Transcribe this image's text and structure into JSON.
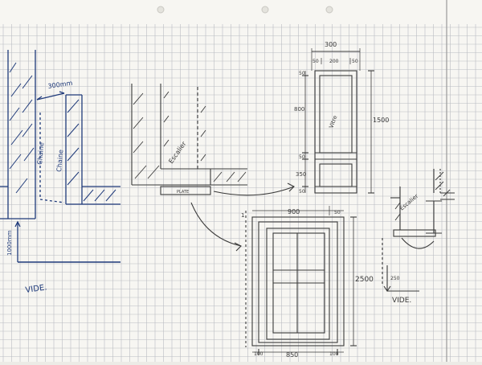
{
  "colors": {
    "paper": "#f7f6f2",
    "grid": "#b9bcc2",
    "ink_pencil": "#3a3a3a",
    "ink_blue": "#1f3a7a",
    "shadow": "#d9d8d2"
  },
  "sketch_left": {
    "dim_top": "300mm",
    "wall_label_1": "Chaine",
    "wall_label_2": "Chaine",
    "dim_bottom": "1000mm",
    "void_label": "VIDE."
  },
  "sketch_middle": {
    "stair_label": "Escalier",
    "plate_label": "PLATE"
  },
  "sketch_window": {
    "width_total": "300",
    "width_parts": [
      "50",
      "200",
      "50"
    ],
    "heights": [
      "50",
      "800",
      "50",
      "350",
      "50"
    ],
    "label": "Vitre",
    "height_total": "1500"
  },
  "sketch_door": {
    "marker": "1",
    "top_dims": [
      "900",
      "50"
    ],
    "height_total": "2500",
    "bottom_dims": [
      "100",
      "850",
      "100"
    ]
  },
  "sketch_right": {
    "stair_label": "Escalier",
    "dim_label": "250",
    "void_label": "VIDE."
  }
}
